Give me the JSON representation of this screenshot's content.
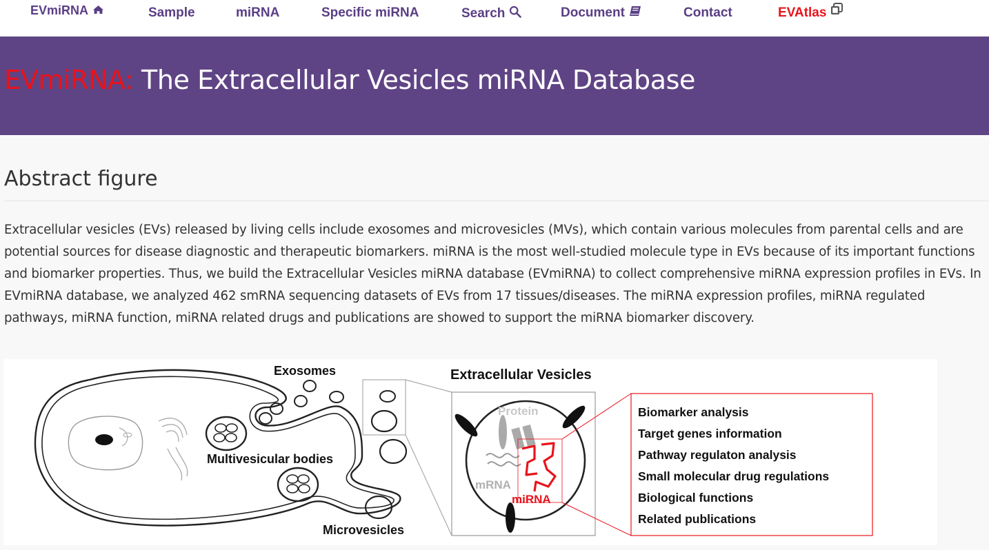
{
  "navbar": {
    "brand": "EVmiRNA",
    "items": [
      {
        "label": "Sample"
      },
      {
        "label": "miRNA"
      },
      {
        "label": "Specific miRNA"
      },
      {
        "label": "Search",
        "icon": "search-icon"
      },
      {
        "label": "Document",
        "icon": "book-icon"
      },
      {
        "label": "Contact"
      },
      {
        "label": "EVAtlas",
        "icon": "external-window-icon"
      }
    ]
  },
  "banner": {
    "brand": "EVmiRNA:",
    "title": " The Extracellular Vesicles miRNA Database"
  },
  "section": {
    "heading": "Abstract figure",
    "abstract": "Extracellular vesicles (EVs) released by living cells include exosomes and microvesicles (MVs), which contain various molecules from parental cells and are potential sources for disease diagnostic and therapeutic biomarkers. miRNA is the most well-studied molecule type in EVs because of its important functions and biomarker properties. Thus, we build the Extracellular Vesicles miRNA database (EVmiRNA) to collect comprehensive miRNA expression profiles in EVs. In EVmiRNA database, we analyzed 462 smRNA sequencing datasets of EVs from 17 tissues/diseases. The miRNA expression profiles, miRNA regulated pathways, miRNA function, miRNA related drugs and publications are showed to support the miRNA biomarker discovery."
  },
  "figure": {
    "labels": {
      "exosomes": "Exosomes",
      "mvb": "Multivesicular bodies",
      "microvesicles": "Microvesicles",
      "ev_title": "Extracellular Vesicles",
      "protein": "Protein",
      "mrna": "mRNA",
      "mirna": "miRNA"
    },
    "features": [
      "Biomarker analysis",
      "Target genes information",
      "Pathway regulaton analysis",
      "Small molecular drug regulations",
      "Biological functions",
      "Related publications"
    ]
  },
  "colors": {
    "nav_text": "#5a3e85",
    "banner_bg": "#5f4485",
    "accent_red": "#e8141c",
    "body_text": "#333333"
  }
}
